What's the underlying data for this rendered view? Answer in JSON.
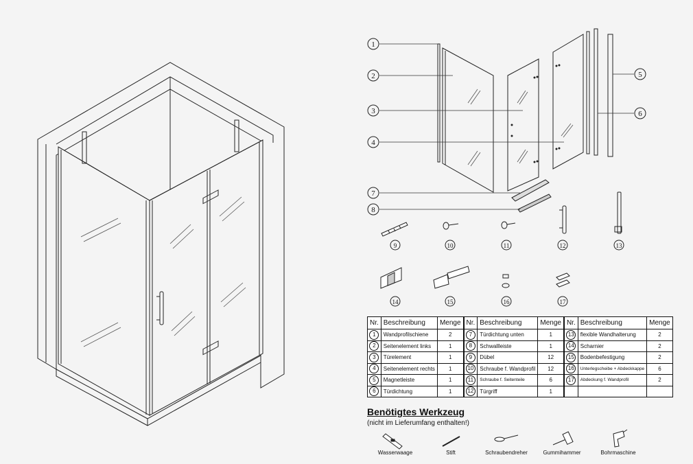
{
  "callouts": {
    "n1": "1",
    "n2": "2",
    "n3": "3",
    "n4": "4",
    "n5": "5",
    "n6": "6",
    "n7": "7",
    "n8": "8",
    "n9": "9",
    "n10": "10",
    "n11": "11",
    "n12": "12",
    "n13": "13",
    "n14": "14",
    "n15": "15",
    "n16": "16",
    "n17": "17"
  },
  "table": {
    "headers": {
      "nr": "Nr.",
      "desc": "Beschreibung",
      "qty": "Menge"
    },
    "rows": [
      [
        {
          "nr": "1",
          "desc": "Wandprofilschiene",
          "qty": "2"
        },
        {
          "nr": "7",
          "desc": "Türdichtung unten",
          "qty": "1"
        },
        {
          "nr": "13",
          "desc": "flexible Wandhalterung",
          "qty": "2"
        }
      ],
      [
        {
          "nr": "2",
          "desc": "Seitenelement links",
          "qty": "1"
        },
        {
          "nr": "8",
          "desc": "Schwallleiste",
          "qty": "1"
        },
        {
          "nr": "14",
          "desc": "Scharnier",
          "qty": "2"
        }
      ],
      [
        {
          "nr": "3",
          "desc": "Türelement",
          "qty": "1"
        },
        {
          "nr": "9",
          "desc": "Dübel",
          "qty": "12"
        },
        {
          "nr": "15",
          "desc": "Bodenbefestigung",
          "qty": "2"
        }
      ],
      [
        {
          "nr": "4",
          "desc": "Seitenelement rechts",
          "qty": "1"
        },
        {
          "nr": "10",
          "desc": "Schraube f. Wandprofil",
          "qty": "12"
        },
        {
          "nr": "16",
          "desc": "Unterlegscheibe + Abdeckkappe",
          "qty": "6"
        }
      ],
      [
        {
          "nr": "5",
          "desc": "Magnetleiste",
          "qty": "1"
        },
        {
          "nr": "11",
          "desc": "Schraube f. Seitenteile",
          "qty": "6"
        },
        {
          "nr": "17",
          "desc": "Abdeckung f. Wandprofil",
          "qty": "2"
        }
      ],
      [
        {
          "nr": "6",
          "desc": "Türdichtung",
          "qty": "1"
        },
        {
          "nr": "12",
          "desc": "Türgriff",
          "qty": "1"
        },
        {
          "nr": "",
          "desc": "",
          "qty": ""
        }
      ]
    ]
  },
  "tools": {
    "title": "Benötigtes Werkzeug",
    "subtitle": "(nicht im Lieferumfang enthalten!)",
    "items": [
      {
        "label": "Wasserwaage",
        "icon": "spirit-level-icon"
      },
      {
        "label": "Stift",
        "icon": "pencil-icon"
      },
      {
        "label": "Schraubendreher",
        "icon": "screwdriver-icon"
      },
      {
        "label": "Gummihammer",
        "icon": "rubber-mallet-icon"
      },
      {
        "label": "Bohrmaschine",
        "icon": "drill-icon"
      }
    ]
  }
}
